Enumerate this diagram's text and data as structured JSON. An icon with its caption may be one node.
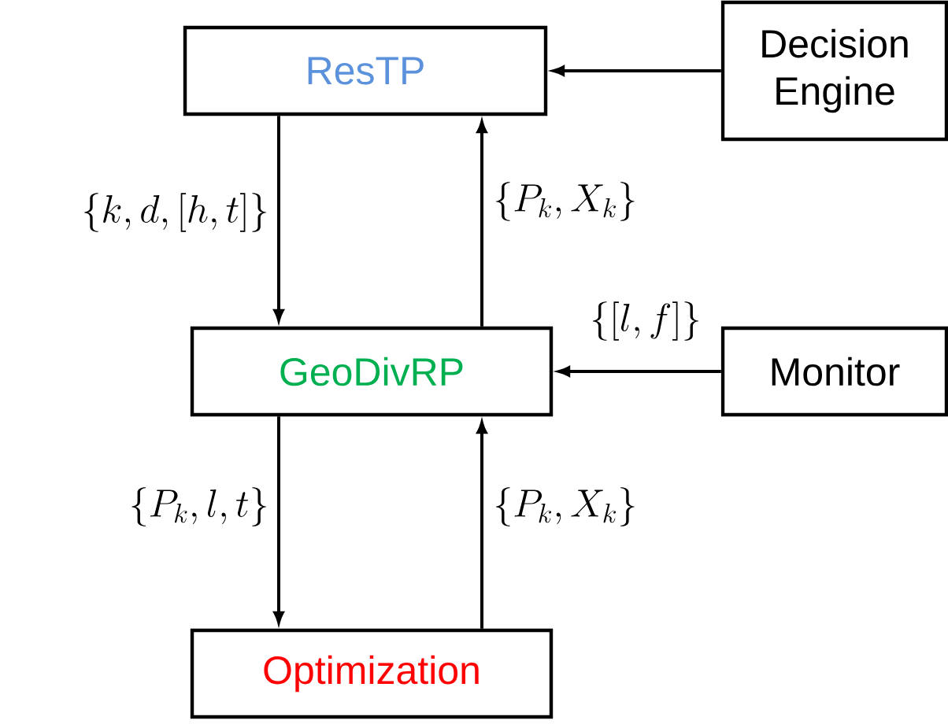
{
  "diagram": {
    "nodes": [
      {
        "text": [
          "ResTP"
        ]
      },
      {
        "text": [
          "Decision Engine"
        ]
      },
      {
        "text": [
          "GeoDivRP"
        ]
      },
      {
        "text": [
          "Monitor"
        ]
      },
      {
        "text": [
          "Optimization"
        ]
      }
    ],
    "edges": [
      {
        "from": 0,
        "to": 2,
        "arrow": "to",
        "label": "\\{k,d,[h,t]\\}"
      },
      {
        "from": 2,
        "to": 0,
        "arrow": "to",
        "label": "\\{P_k,X_k\\}"
      },
      {
        "from": 1,
        "to": 0,
        "arrow": "to"
      },
      {
        "from": 3,
        "to": 2,
        "arrow": "to",
        "label": "\\{[l, f]\\}"
      },
      {
        "from": 2,
        "to": 4,
        "arrow": "to",
        "label": "\\{P_k,l,t\\}"
      },
      {
        "from": 4,
        "to": 2,
        "arrow": "to",
        "label": "\\{P_k,X_k\\}"
      }
    ]
  }
}
